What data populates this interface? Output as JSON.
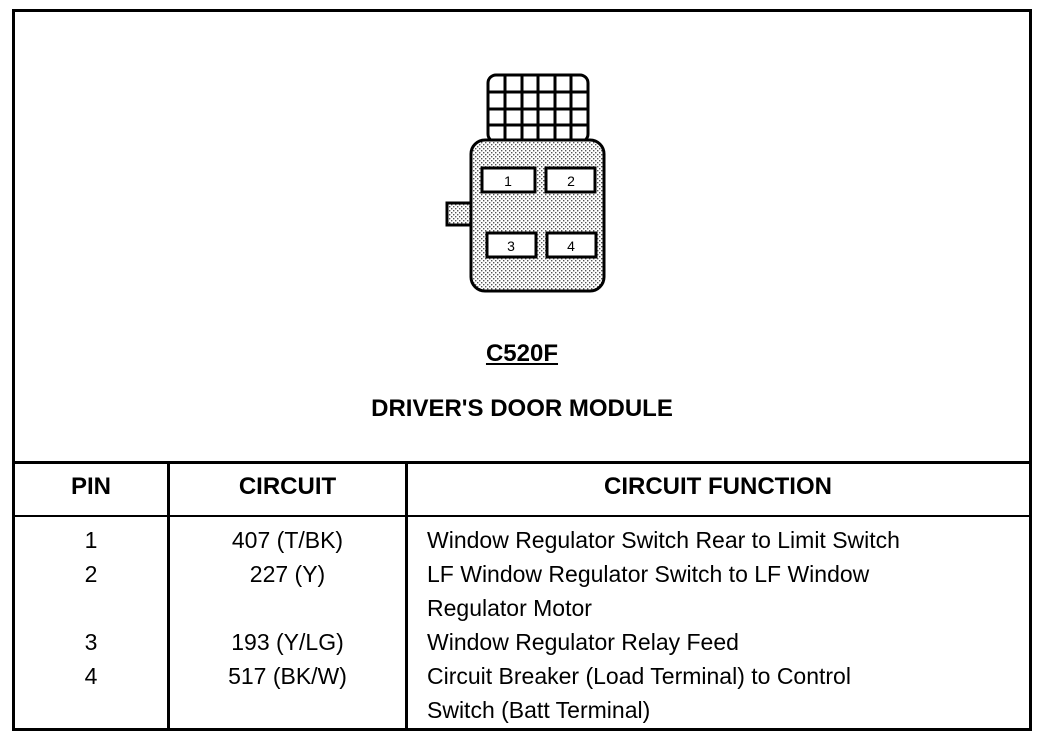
{
  "connector": {
    "id": "C520F",
    "name": "DRIVER'S DOOR MODULE",
    "pins": [
      "1",
      "2",
      "3",
      "4"
    ]
  },
  "table": {
    "headers": {
      "pin": "PIN",
      "circuit": "CIRCUIT",
      "function": "CIRCUIT FUNCTION"
    },
    "rows": [
      {
        "pin": "1",
        "circuit": "407 (T/BK)",
        "function": "Window Regulator Switch Rear to Limit Switch"
      },
      {
        "pin": "2",
        "circuit": "227 (Y)",
        "function": "LF Window Regulator Switch to LF Window\nRegulator Motor"
      },
      {
        "pin": "3",
        "circuit": "193 (Y/LG)",
        "function": "Window Regulator Relay Feed"
      },
      {
        "pin": "4",
        "circuit": "517 (BK/W)",
        "function": "Circuit Breaker (Load Terminal) to Control\nSwitch (Batt Terminal)"
      }
    ]
  }
}
